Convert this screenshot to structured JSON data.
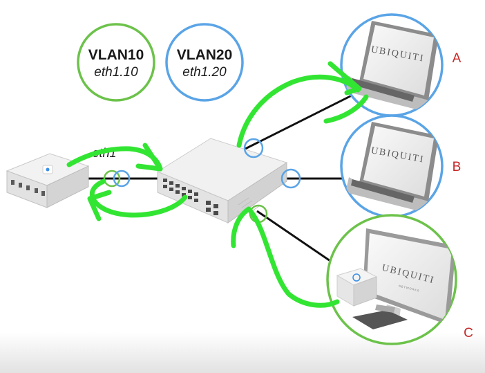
{
  "vlans": [
    {
      "name": "VLAN10",
      "interface": "eth1.10",
      "color": "#6cc24a"
    },
    {
      "name": "VLAN20",
      "interface": "eth1.20",
      "color": "#5aa4e6"
    }
  ],
  "connection_label": "eth1",
  "clients": [
    {
      "label": "A",
      "brand": "UBIQUITI"
    },
    {
      "label": "B",
      "brand": "UBIQUITI"
    },
    {
      "label": "C",
      "brand": "UBIQUITI",
      "subbrand": "NETWORKS"
    }
  ],
  "colors": {
    "vlan10": "#6cc24a",
    "vlan20": "#5aa4e6",
    "arrow": "#33e533",
    "client_label": "#c62828",
    "cable": "#111111"
  },
  "icons": [
    "router-icon",
    "switch-icon",
    "laptop-icon",
    "desktop-icon"
  ]
}
